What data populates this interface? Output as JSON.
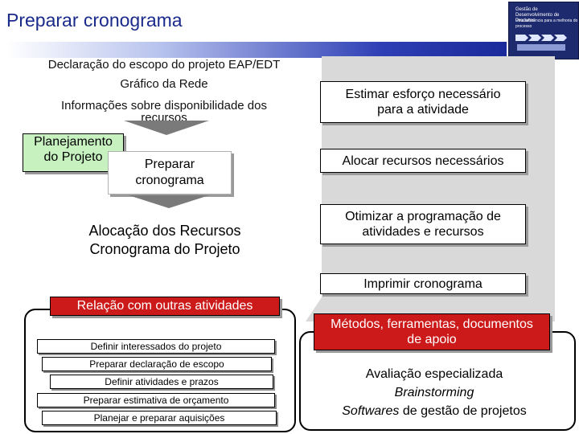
{
  "title": "Preparar cronograma",
  "logo": {
    "line1": "Gestão de",
    "line2": "Desenvolvimento de Produtos",
    "line3": "Uma referência para a melhoria do processo"
  },
  "inputs": [
    "Declaração do escopo do projeto EAP/EDT",
    "Gráfico da Rede",
    "Informações sobre disponibilidade dos",
    "recursos"
  ],
  "process": {
    "phase_label_1": "Planejamento",
    "phase_label_2": "do Projeto",
    "activity_1": "Preparar",
    "activity_2": "cronograma"
  },
  "outputs": [
    "Alocação dos Recursos",
    "Cronograma do Projeto"
  ],
  "activities": [
    {
      "line1": "Estimar esforço necessário",
      "line2": "para a atividade"
    },
    {
      "line1": "Alocar recursos necessários",
      "line2": ""
    },
    {
      "line1": "Otimizar a programação de",
      "line2": "atividades e recursos"
    },
    {
      "line1": "Imprimir cronograma",
      "line2": ""
    }
  ],
  "related": {
    "header": "Relação com outras atividades",
    "items": [
      "Definir interessados do projeto",
      "Preparar declaração de escopo",
      "Definir atividades e prazos",
      "Preparar estimativa de orçamento",
      "Planejar e preparar aquisições"
    ]
  },
  "methods": {
    "header_1": "Métodos, ferramentas, documentos",
    "header_2": "de apoio",
    "item_1": "Avaliação especializada",
    "item_2": "Brainstorming",
    "item_3_italic": "Softwares",
    "item_3_rest": " de gestão de projetos"
  },
  "colors": {
    "title": "#1a2a8a",
    "phase_fill": "#c7f2c0",
    "accent_red": "#cc1a1a",
    "panel_gray": "#d9d9d9"
  }
}
